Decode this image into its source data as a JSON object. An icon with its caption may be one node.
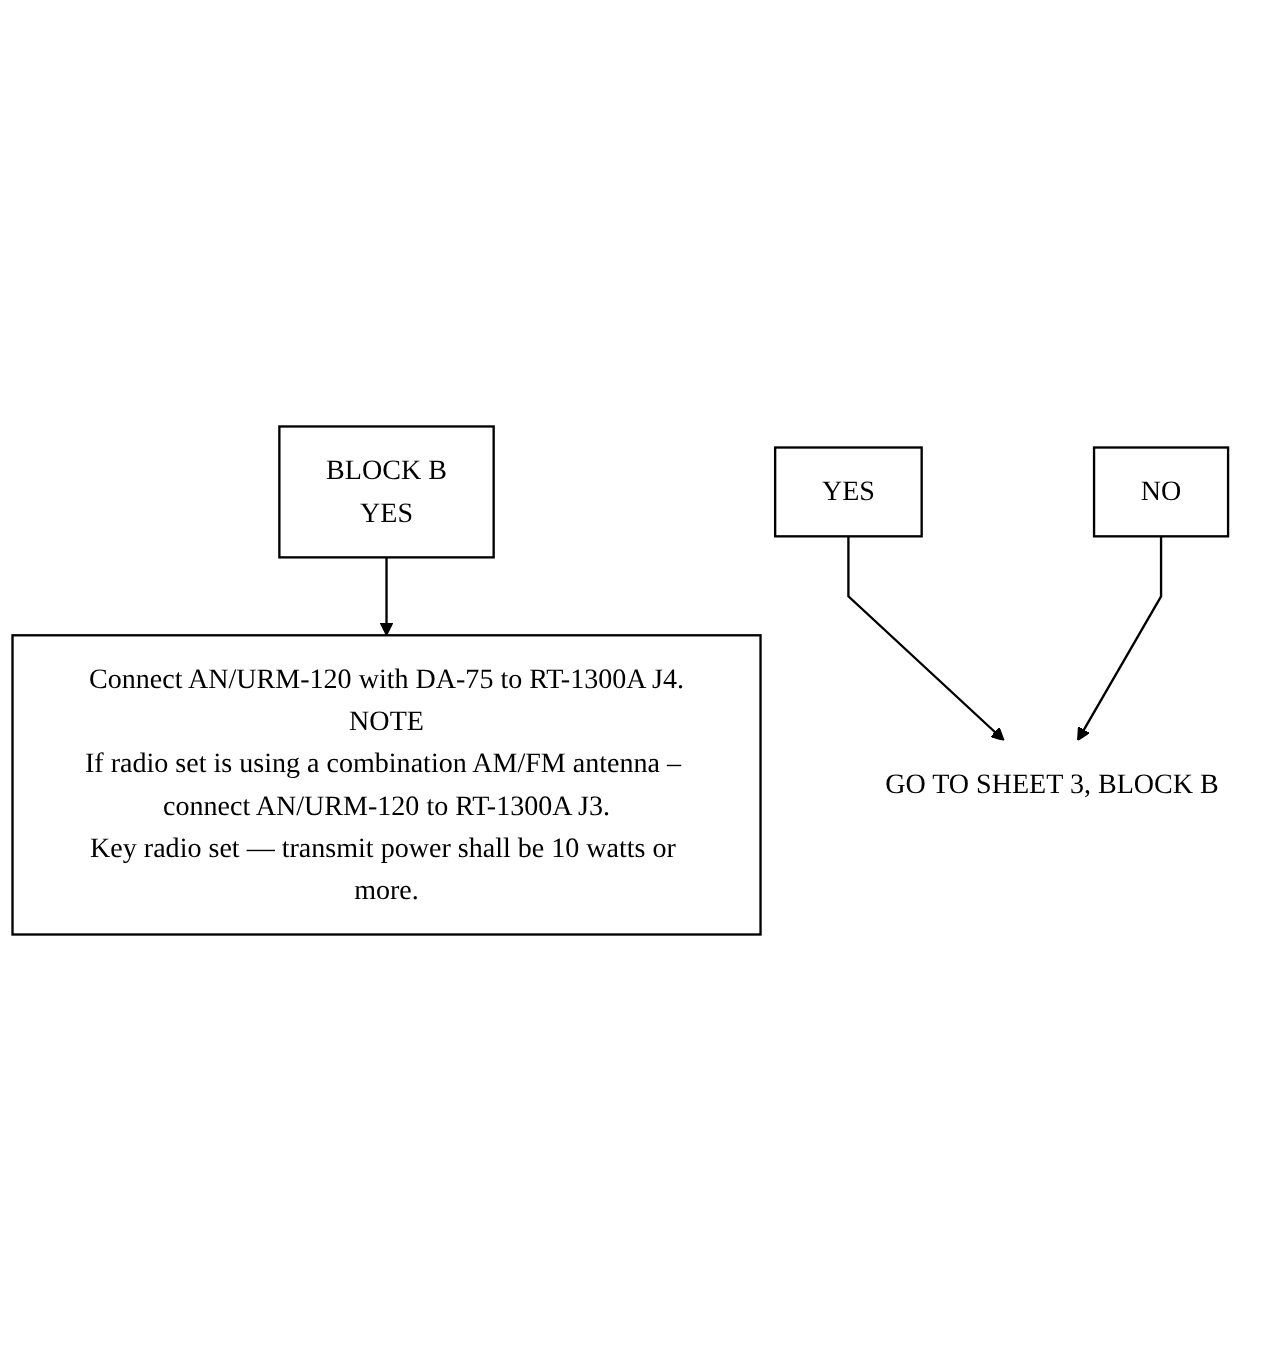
{
  "diagram": {
    "nodes": [
      {
        "text": [
          "BLOCK B",
          "YES"
        ]
      },
      {
        "text": [
          "Connect AN/URM-120 with DA-75 to RT-1300A J4.",
          "NOTE",
          "If radio set is using a combination AM/FM antenna – connect AN/URM-120 to RT-1300A J3.",
          "Key radio set — transmit power shall be 10 watts or more."
        ]
      },
      {
        "text": [
          "YES"
        ]
      },
      {
        "text": [
          "NO"
        ]
      },
      {
        "text": [
          "GO TO SHEET 3, BLOCK B"
        ]
      }
    ],
    "edges": [
      {
        "from": 0,
        "to": 1,
        "arrow": "to"
      },
      {
        "from": 2,
        "to": 4,
        "arrow": "to"
      },
      {
        "from": 3,
        "to": 4,
        "arrow": "to"
      }
    ]
  }
}
